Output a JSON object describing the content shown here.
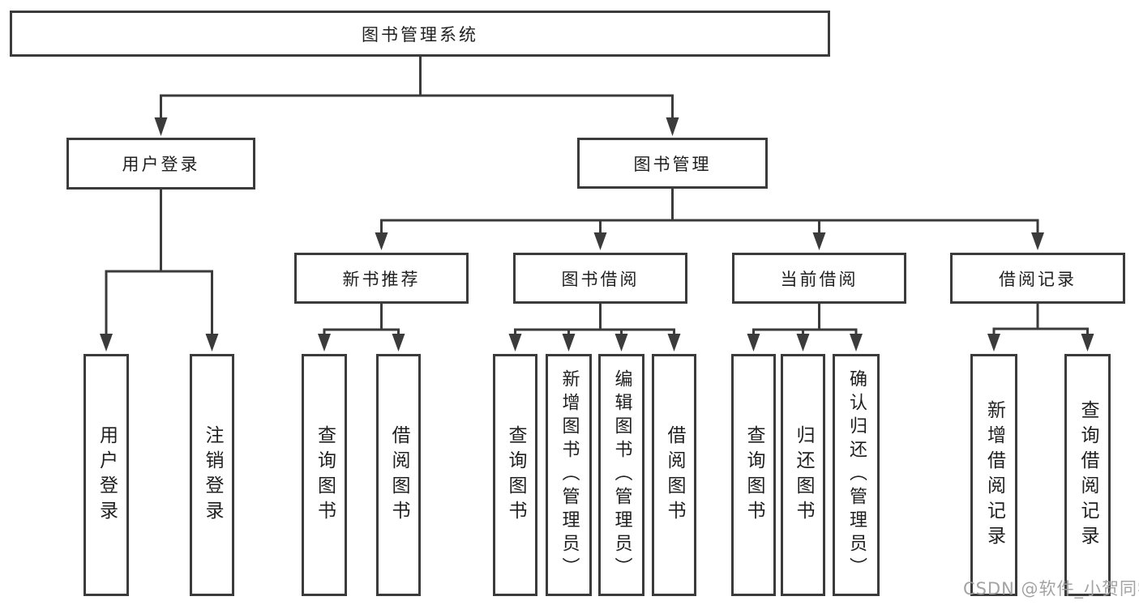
{
  "diagram": {
    "title": "图书管理系统",
    "children": [
      {
        "label": "用户登录",
        "children": [
          {
            "label": "用户登录"
          },
          {
            "label": "注销登录"
          }
        ]
      },
      {
        "label": "图书管理",
        "children": [
          {
            "label": "新书推荐",
            "children": [
              {
                "label": "查询图书"
              },
              {
                "label": "借阅图书"
              }
            ]
          },
          {
            "label": "图书借阅",
            "children": [
              {
                "label": "查询图书"
              },
              {
                "label": "新增图书（管理员）"
              },
              {
                "label": "编辑图书（管理员）"
              },
              {
                "label": "借阅图书"
              }
            ]
          },
          {
            "label": "当前借阅",
            "children": [
              {
                "label": "查询图书"
              },
              {
                "label": "归还图书"
              },
              {
                "label": "确认归还（管理员）"
              }
            ]
          },
          {
            "label": "借阅记录",
            "children": [
              {
                "label": "新增借阅记录"
              },
              {
                "label": "查询借阅记录"
              }
            ]
          }
        ]
      }
    ]
  },
  "watermark": {
    "text": "CSDN @软件_小贺同学",
    "color": "#9e9e9e"
  },
  "colors": {
    "line": "#3b3b3b",
    "box_border": "#3b3b3b",
    "box_fill": "#ffffff",
    "text": "#1f1f1f",
    "background": "#ffffff"
  }
}
